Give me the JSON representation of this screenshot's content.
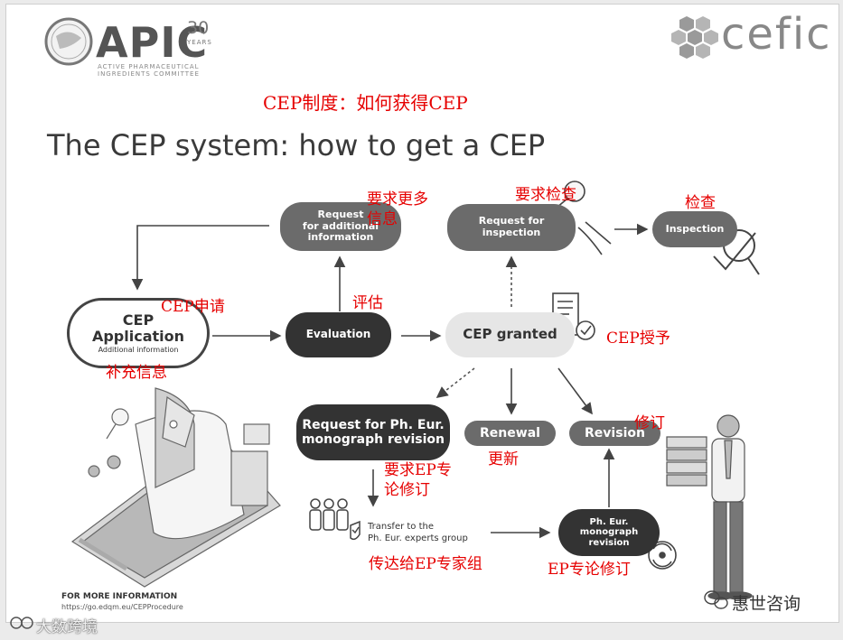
{
  "header": {
    "apic_logo": {
      "name": "APIC",
      "anniversary_number": "30",
      "anniversary_word": "YEARS",
      "subtitle_line1": "ACTIVE PHARMACEUTICAL",
      "subtitle_line2": "INGREDIENTS COMMITTEE"
    },
    "cefic_logo": {
      "name": "cefic"
    }
  },
  "titles": {
    "chinese": "CEP制度：如何获得CEP",
    "english": "The CEP system: how to get a CEP"
  },
  "nodes": {
    "cep_application": {
      "line1": "CEP",
      "line2": "Application",
      "sub": "Additional information"
    },
    "request_additional": {
      "line1": "Request",
      "line2": "for additional",
      "line3": "information"
    },
    "evaluation": "Evaluation",
    "request_inspection": {
      "line1": "Request for",
      "line2": "inspection"
    },
    "inspection": "Inspection",
    "cep_granted": "CEP granted",
    "request_monograph": {
      "line1": "Request for Ph. Eur.",
      "line2": "monograph revision"
    },
    "renewal": "Renewal",
    "revision": "Revision",
    "transfer": {
      "line1": "Transfer to the",
      "line2": "Ph. Eur. experts group"
    },
    "monograph_revision": {
      "line1": "Ph. Eur.",
      "line2": "monograph",
      "line3": "revision"
    }
  },
  "annotations_cn": {
    "request_more_info": {
      "line1": "要求更多",
      "line2": "信息"
    },
    "request_inspection": "要求检查",
    "inspection": "检查",
    "cep_application": "CEP申请",
    "evaluation": "评估",
    "additional_info": "补充信息",
    "cep_granted": "CEP授予",
    "revision": "修订",
    "renewal": "更新",
    "request_ep_revision": {
      "line1": "要求EP专",
      "line2": "论修订"
    },
    "transfer": "传达给EP专家组",
    "ep_revision": "EP专论修订"
  },
  "footer": {
    "more_info_label": "FOR MORE INFORMATION",
    "url": "https://go.edqm.eu/CEPProcedure"
  },
  "watermarks": {
    "left": "大数跨境",
    "right": "惠世咨询"
  },
  "colors": {
    "annotation_red": "#e60000",
    "pill_grey": "#6b6b6b",
    "pill_dark": "#333333",
    "pill_light": "#e6e6e6"
  },
  "icons": [
    "apic-globe-icon",
    "cefic-hexagon-icon",
    "magnifier-hand-icon",
    "inspection-check-icon",
    "certificate-document-icon",
    "people-group-icon",
    "refresh-cycle-icon",
    "laptop-documents-illustration",
    "businessman-folders-illustration",
    "wechat-icon",
    "left-watermark-icon"
  ]
}
